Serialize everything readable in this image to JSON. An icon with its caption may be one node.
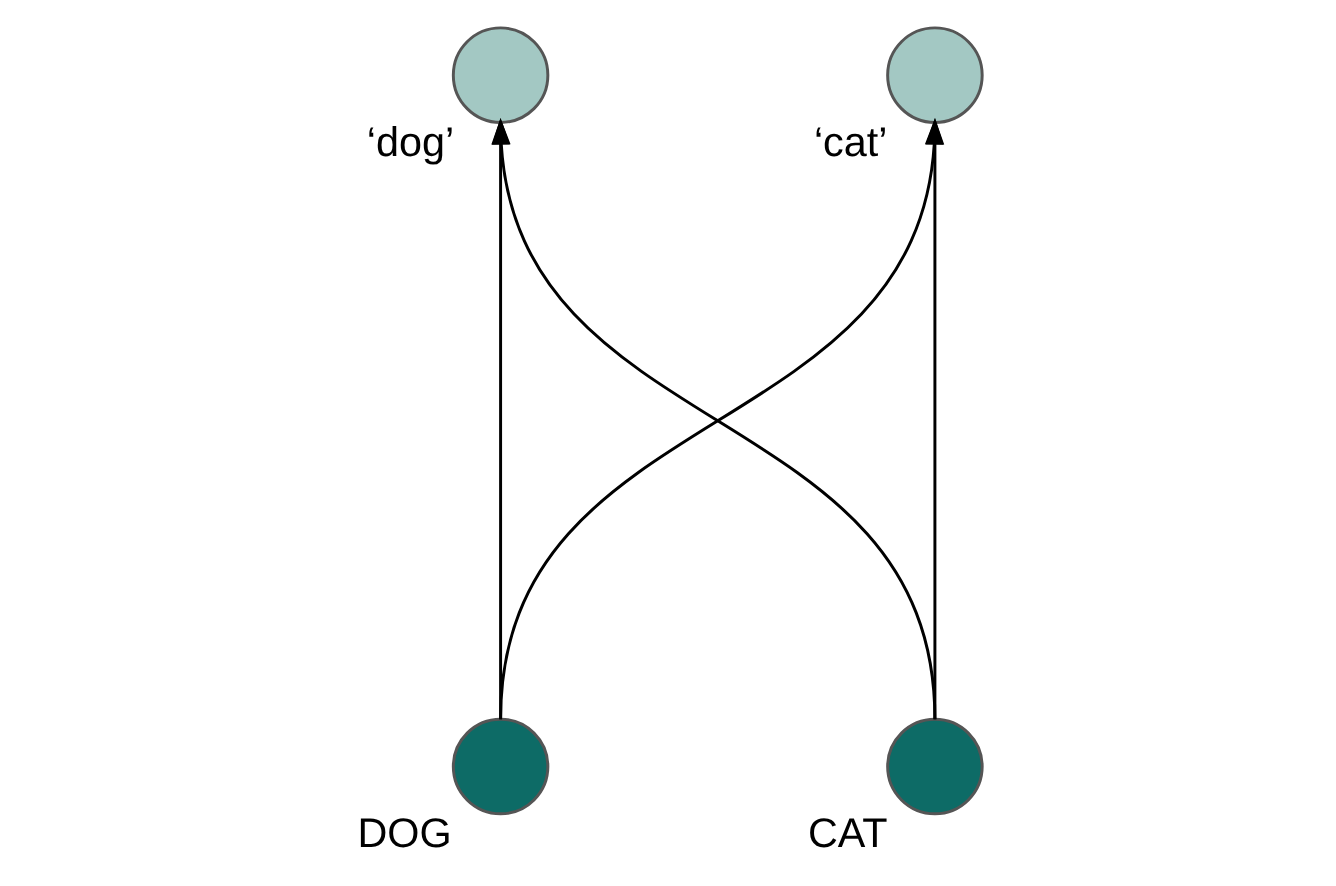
{
  "diagram": {
    "nodes": [
      {
        "text": [
          "‘dog’"
        ]
      },
      {
        "text": [
          "‘cat’"
        ]
      },
      {
        "text": [
          "DOG"
        ]
      },
      {
        "text": [
          "CAT"
        ]
      }
    ],
    "edges": [
      {
        "from": 2,
        "to": 0,
        "arrow": "to"
      },
      {
        "from": 2,
        "to": 1,
        "arrow": "to"
      },
      {
        "from": 3,
        "to": 0,
        "arrow": "to"
      },
      {
        "from": 3,
        "to": 1,
        "arrow": "to"
      }
    ]
  }
}
